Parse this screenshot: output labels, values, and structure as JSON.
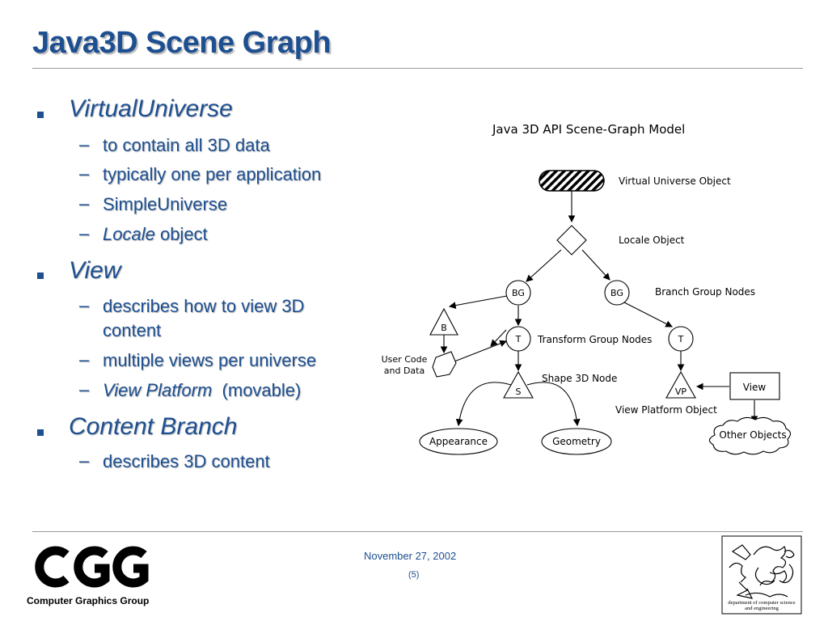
{
  "slide": {
    "title": "Java3D Scene Graph"
  },
  "bullets": [
    {
      "text": "VirtualUniverse",
      "subs": [
        "to contain all 3D data",
        "typically one per application",
        "SimpleUniverse"
      ],
      "locale_italic": "Locale",
      "locale_rest": " object"
    },
    {
      "text": "View",
      "subs": [
        "describes how to view 3D",
        "content",
        "multiple views per universe"
      ],
      "vp_italic": "View Platform",
      "vp_rest": "  (movable)"
    },
    {
      "text": "Content Branch",
      "subs": [
        "describes 3D content"
      ]
    }
  ],
  "diagram": {
    "title": "Java 3D API Scene-Graph Model",
    "labels": {
      "virtual_universe": "Virtual Universe Object",
      "locale": "Locale Object",
      "branch_group": "Branch Group Nodes",
      "transform_group": "Transform Group Nodes",
      "shape3d": "Shape 3D Node",
      "view_platform_obj": "View Platform Object",
      "user_code_1": "User Code",
      "user_code_2": "and Data"
    },
    "nodes": {
      "bg": "BG",
      "t": "T",
      "b": "B",
      "s": "S",
      "vp": "VP",
      "view": "View",
      "appearance": "Appearance",
      "geometry": "Geometry",
      "other": "Other Objects"
    }
  },
  "footer": {
    "date": "November 27, 2002",
    "page": "(5)",
    "logo_text": "Computer Graphics Group",
    "dept_line1": "department of computer science",
    "dept_line2": "and engineering"
  },
  "colors": {
    "accent": "#1d4f91",
    "rule": "#9a9a9a"
  }
}
